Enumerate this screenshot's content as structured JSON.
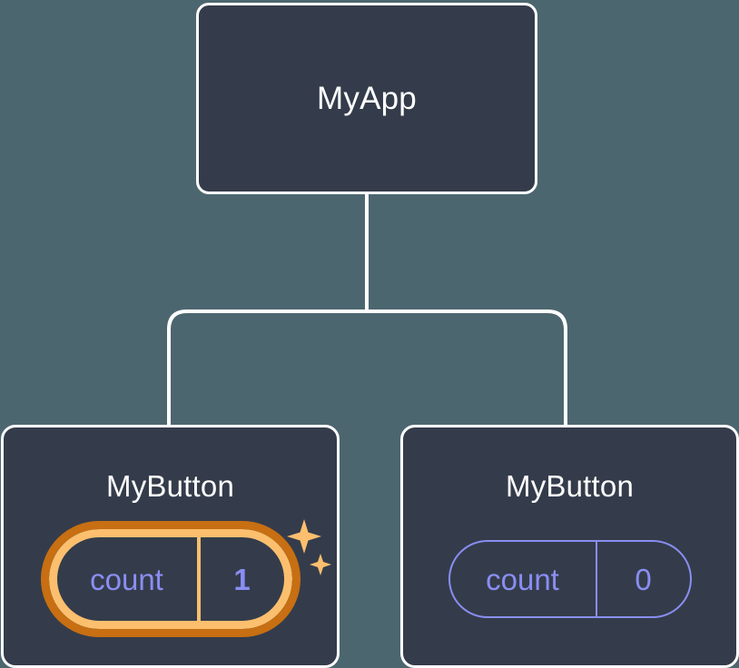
{
  "diagram": {
    "kind": "component-tree",
    "background_color": "#4c6670",
    "node_fill_color": "#343c4b",
    "node_border_color": "#ffffff",
    "connector_color": "#ffffff",
    "accent_indigo": "#8a8ef2",
    "accent_orange_outer": "#c76f12",
    "accent_orange_inner": "#fbbf6e",
    "root": {
      "title": "MyApp"
    },
    "children": [
      {
        "title": "MyButton",
        "state": {
          "key": "count",
          "value": "1"
        },
        "highlighted": true,
        "sparkle_icons": [
          "sparkle-large-icon",
          "sparkle-small-icon"
        ]
      },
      {
        "title": "MyButton",
        "state": {
          "key": "count",
          "value": "0"
        },
        "highlighted": false,
        "sparkle_icons": []
      }
    ]
  }
}
